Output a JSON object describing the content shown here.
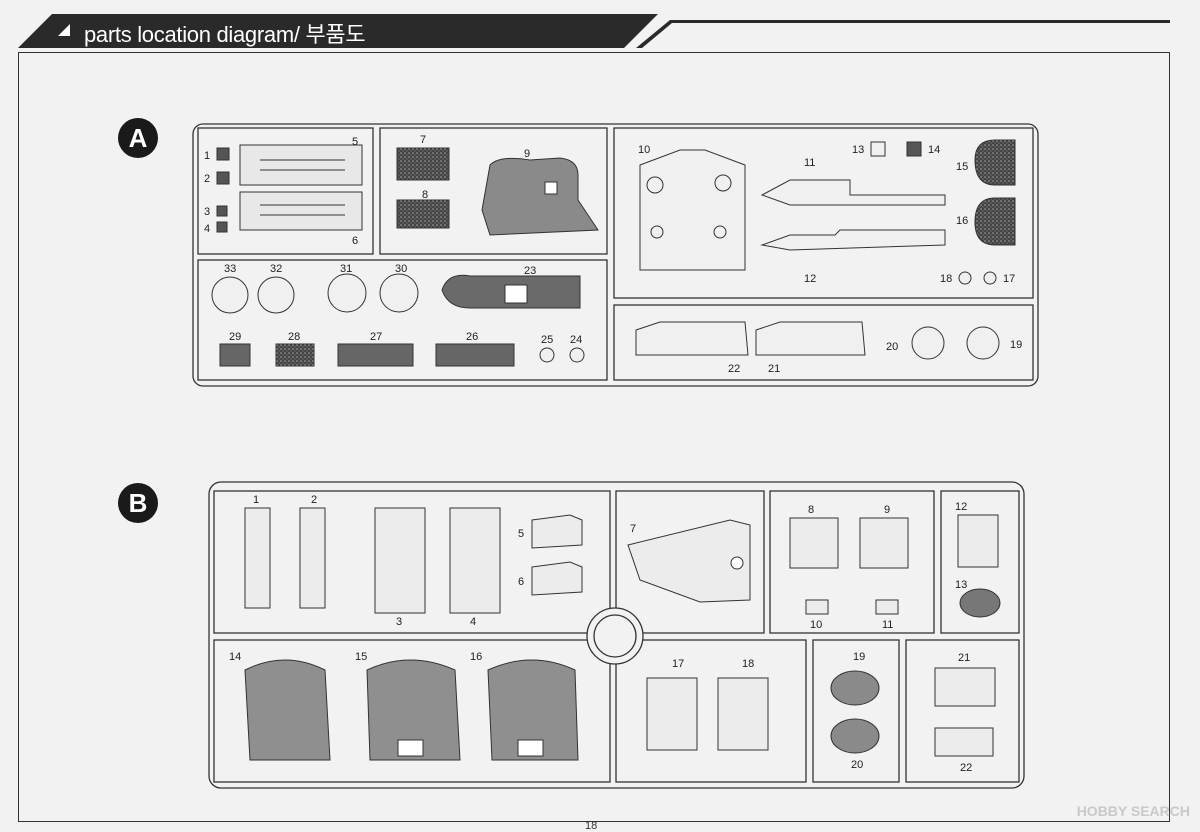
{
  "header": {
    "title": "parts location diagram/ 부품도"
  },
  "page_number": "18",
  "watermark": "HOBBY SEARCH",
  "sprue_a": {
    "letter": "A",
    "labels": [
      "1",
      "2",
      "3",
      "4",
      "5",
      "6",
      "7",
      "8",
      "9",
      "10",
      "11",
      "12",
      "13",
      "14",
      "15",
      "16",
      "17",
      "18",
      "19",
      "20",
      "21",
      "22",
      "23",
      "24",
      "25",
      "26",
      "27",
      "28",
      "29",
      "30",
      "31",
      "32",
      "33"
    ]
  },
  "sprue_b": {
    "letter": "B",
    "labels": [
      "1",
      "2",
      "3",
      "4",
      "5",
      "6",
      "7",
      "8",
      "9",
      "10",
      "11",
      "12",
      "13",
      "14",
      "15",
      "16",
      "17",
      "18",
      "19",
      "20",
      "21",
      "22"
    ]
  }
}
